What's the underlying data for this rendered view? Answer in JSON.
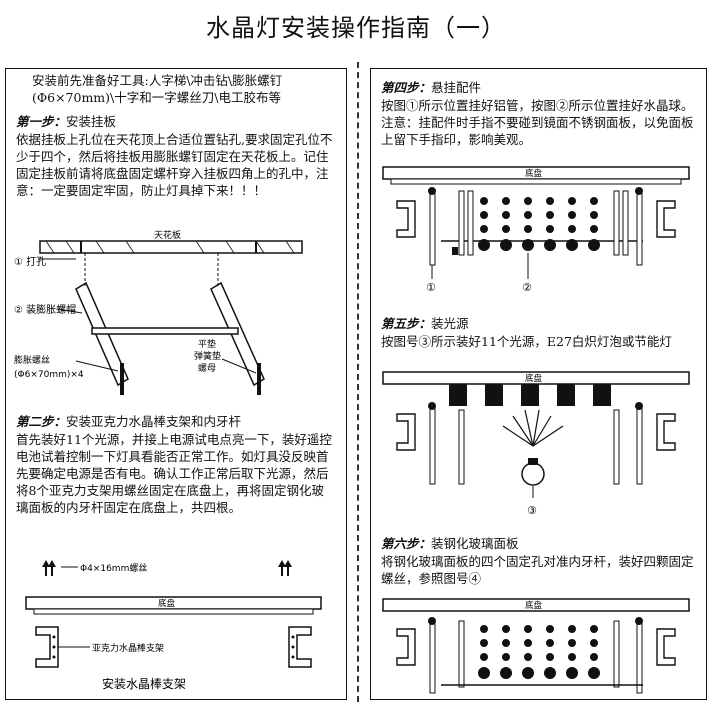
{
  "page_title": "水晶灯安装操作指南（一）",
  "left": {
    "intro": "安装前先准备好工具:人字梯\\冲击钻\\膨胀螺钉(Φ6×70mm)\\十字和一字螺丝刀\\电工胶布等",
    "step1": {
      "label": "第一步：",
      "title": "安装挂板",
      "body": "依据挂板上孔位在天花顶上合适位置钻孔,要求固定孔位不少于四个，然后将挂板用膨胀螺钉固定在天花板上。记住固定挂板前请将底盘固定螺杆穿入挂板四角上的孔中，注意：一定要固定牢固，防止灯具掉下来！！！"
    },
    "fig1": {
      "ceiling": "天花板",
      "drill": "① 打孔",
      "cap": "② 装膨胀螺帽",
      "bolt1": "膨胀螺丝",
      "bolt2": "(Φ6×70mm)×4",
      "washer1": "平垫",
      "washer2": "弹簧垫",
      "nut": "螺母"
    },
    "step2": {
      "label": "第二步：",
      "title": "安装亚克力水晶棒支架和内牙杆",
      "body": "首先装好11个光源，并接上电源试电点亮一下，装好遥控电池试着控制一下灯具看能否正常工作。如灯具没反映首先要确定电源是否有电。确认工作正常后取下光源，然后将8个亚克力支架用螺丝固定在底盘上，再将固定钢化玻璃面板的内牙杆固定在底盘上，共四根。"
    },
    "fig2": {
      "screw": "Φ4×16mm螺丝",
      "base": "底盘",
      "bracket": "亚克力水晶棒支架",
      "caption": "安装水晶棒支架"
    }
  },
  "right": {
    "step4": {
      "label": "第四步：",
      "title": "悬挂配件",
      "body": "按图①所示位置挂好铝管，按图②所示位置挂好水晶球。注意：挂配件时手指不要碰到镜面不锈钢面板，以免面板上留下手指印，影响美观。",
      "base": "底盘",
      "mark1": "①",
      "mark2": "②"
    },
    "step5": {
      "label": "第五步：",
      "title": "装光源",
      "body": "按图号③所示装好11个光源，E27白炽灯泡或节能灯",
      "base": "底盘",
      "mark3": "③"
    },
    "step6": {
      "label": "第六步：",
      "title": "装钢化玻璃面板",
      "body": "将钢化玻璃面板的四个固定孔对准内牙杆，装好四颗固定螺丝，参照图号④",
      "base": "底盘"
    }
  }
}
